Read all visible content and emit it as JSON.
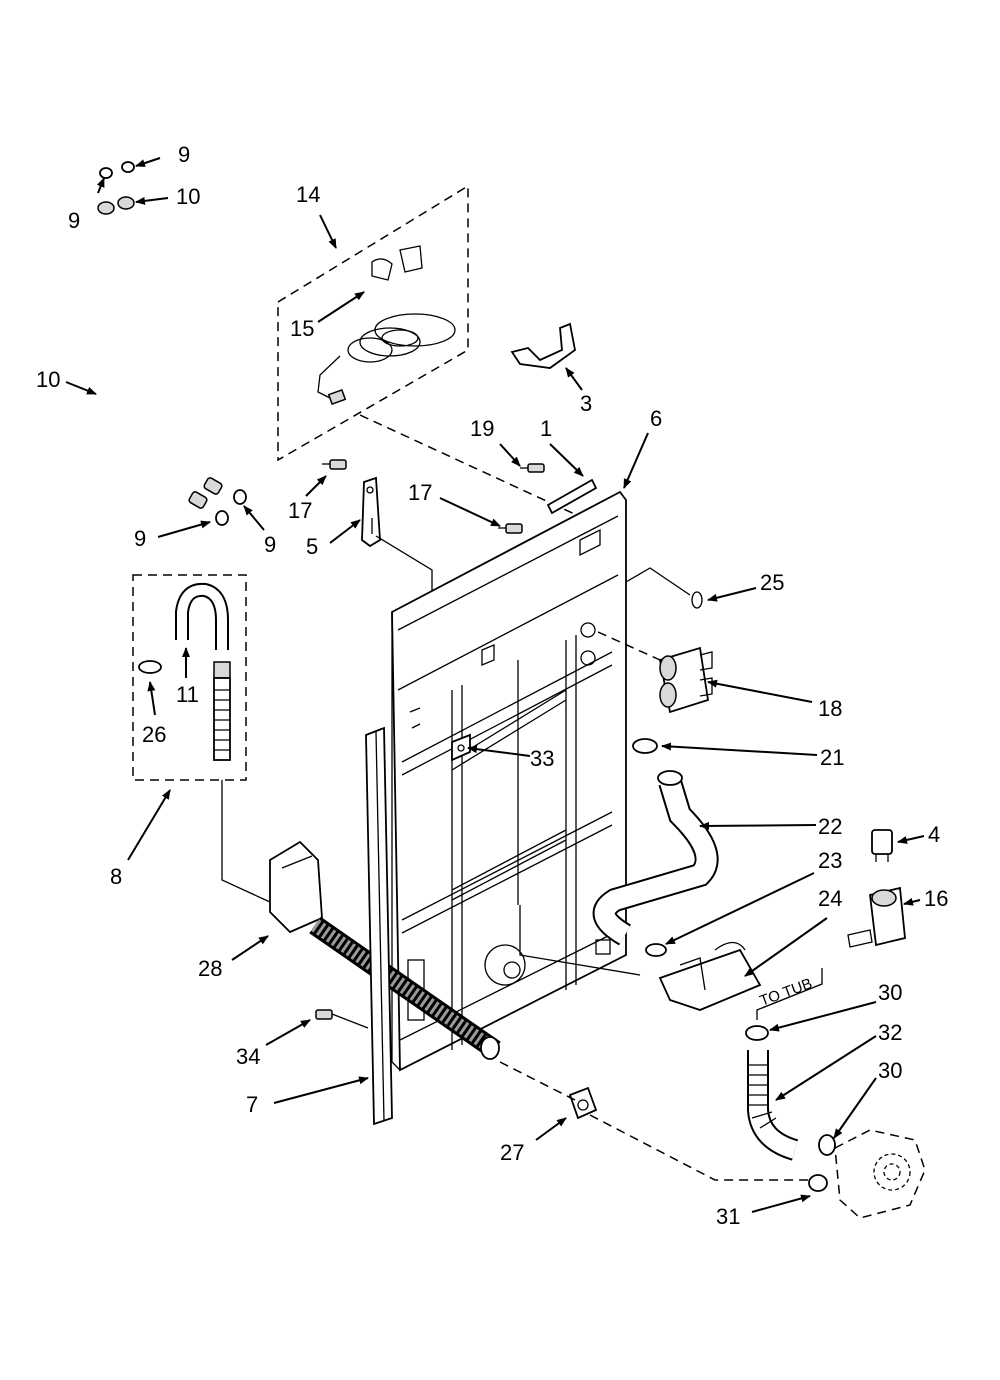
{
  "diagram": {
    "callouts": [
      {
        "id": "c9a",
        "text": "9"
      },
      {
        "id": "c9b",
        "text": "9"
      },
      {
        "id": "c10a",
        "text": "10"
      },
      {
        "id": "c10b",
        "text": "10"
      },
      {
        "id": "c9c",
        "text": "9"
      },
      {
        "id": "c9d",
        "text": "9"
      },
      {
        "id": "c14",
        "text": "14"
      },
      {
        "id": "c15",
        "text": "15"
      },
      {
        "id": "c3",
        "text": "3"
      },
      {
        "id": "c19",
        "text": "19"
      },
      {
        "id": "c1",
        "text": "1"
      },
      {
        "id": "c6",
        "text": "6"
      },
      {
        "id": "c17a",
        "text": "17"
      },
      {
        "id": "c17b",
        "text": "17"
      },
      {
        "id": "c5",
        "text": "5"
      },
      {
        "id": "c25",
        "text": "25"
      },
      {
        "id": "c18",
        "text": "18"
      },
      {
        "id": "c21",
        "text": "21"
      },
      {
        "id": "c11",
        "text": "11"
      },
      {
        "id": "c26",
        "text": "26"
      },
      {
        "id": "c33",
        "text": "33"
      },
      {
        "id": "c22",
        "text": "22"
      },
      {
        "id": "c4",
        "text": "4"
      },
      {
        "id": "c23",
        "text": "23"
      },
      {
        "id": "c24",
        "text": "24"
      },
      {
        "id": "c16",
        "text": "16"
      },
      {
        "id": "c8",
        "text": "8"
      },
      {
        "id": "c28",
        "text": "28"
      },
      {
        "id": "c30a",
        "text": "30"
      },
      {
        "id": "c32",
        "text": "32"
      },
      {
        "id": "c30b",
        "text": "30"
      },
      {
        "id": "c34",
        "text": "34"
      },
      {
        "id": "c7",
        "text": "7"
      },
      {
        "id": "c27",
        "text": "27"
      },
      {
        "id": "c31",
        "text": "31"
      }
    ],
    "to_tub_label": "TO TUB"
  }
}
